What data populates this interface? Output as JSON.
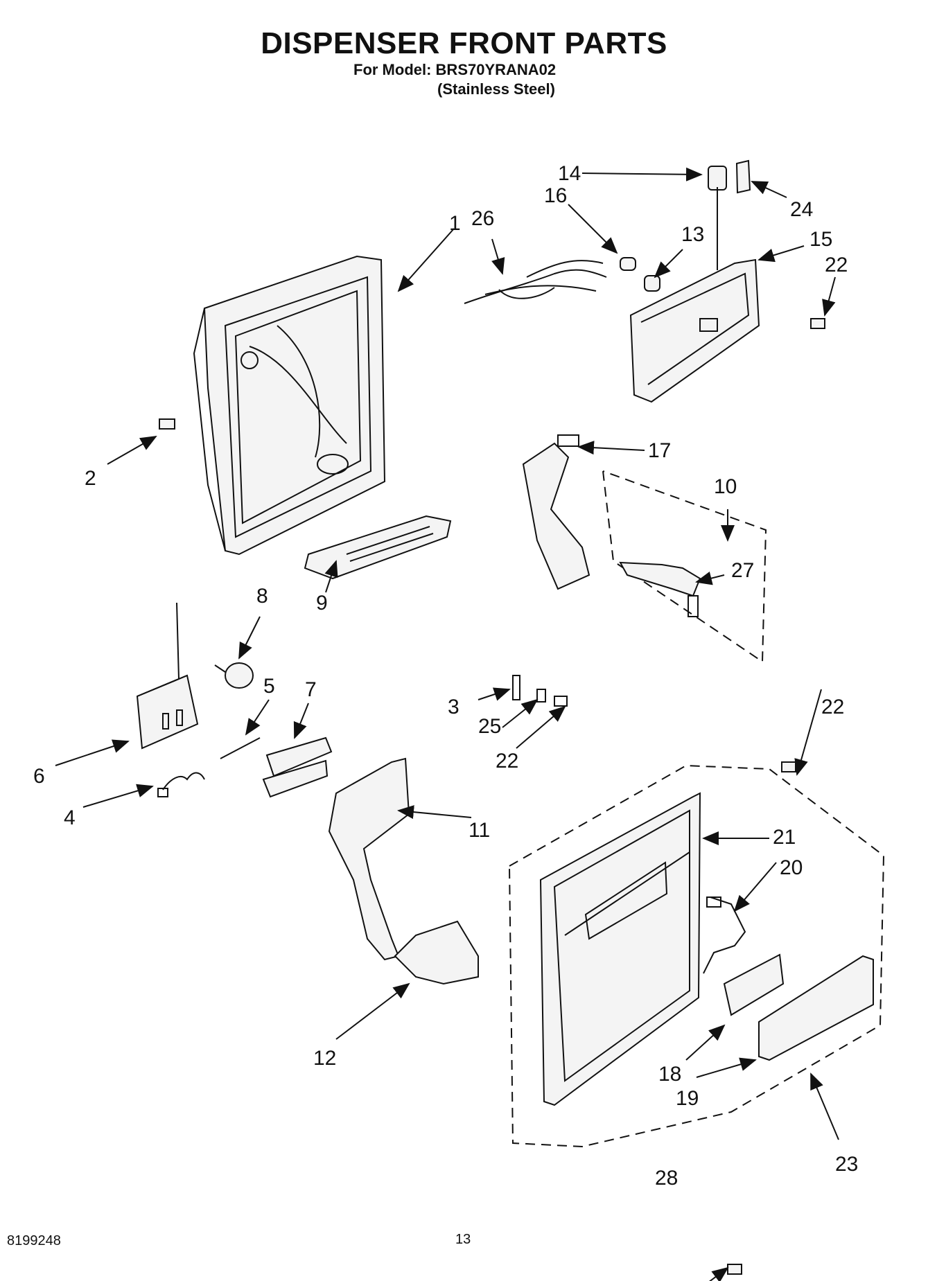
{
  "header": {
    "title": "DISPENSER FRONT PARTS",
    "model_line": "For Model: BRS70YRANA02",
    "finish_line": "(Stainless Steel)"
  },
  "footer": {
    "doc_number": "8199248",
    "page_number": "13"
  },
  "callouts": {
    "c1": "1",
    "c2": "2",
    "c3": "3",
    "c4": "4",
    "c5": "5",
    "c6": "6",
    "c7": "7",
    "c8": "8",
    "c9": "9",
    "c10": "10",
    "c11": "11",
    "c12": "12",
    "c13": "13",
    "c14": "14",
    "c15": "15",
    "c16": "16",
    "c17": "17",
    "c18": "18",
    "c19": "19",
    "c20": "20",
    "c21": "21",
    "c22a": "22",
    "c22b": "22",
    "c22c": "22",
    "c23": "23",
    "c24": "24",
    "c25": "25",
    "c26": "26",
    "c27": "27",
    "c28": "28"
  }
}
